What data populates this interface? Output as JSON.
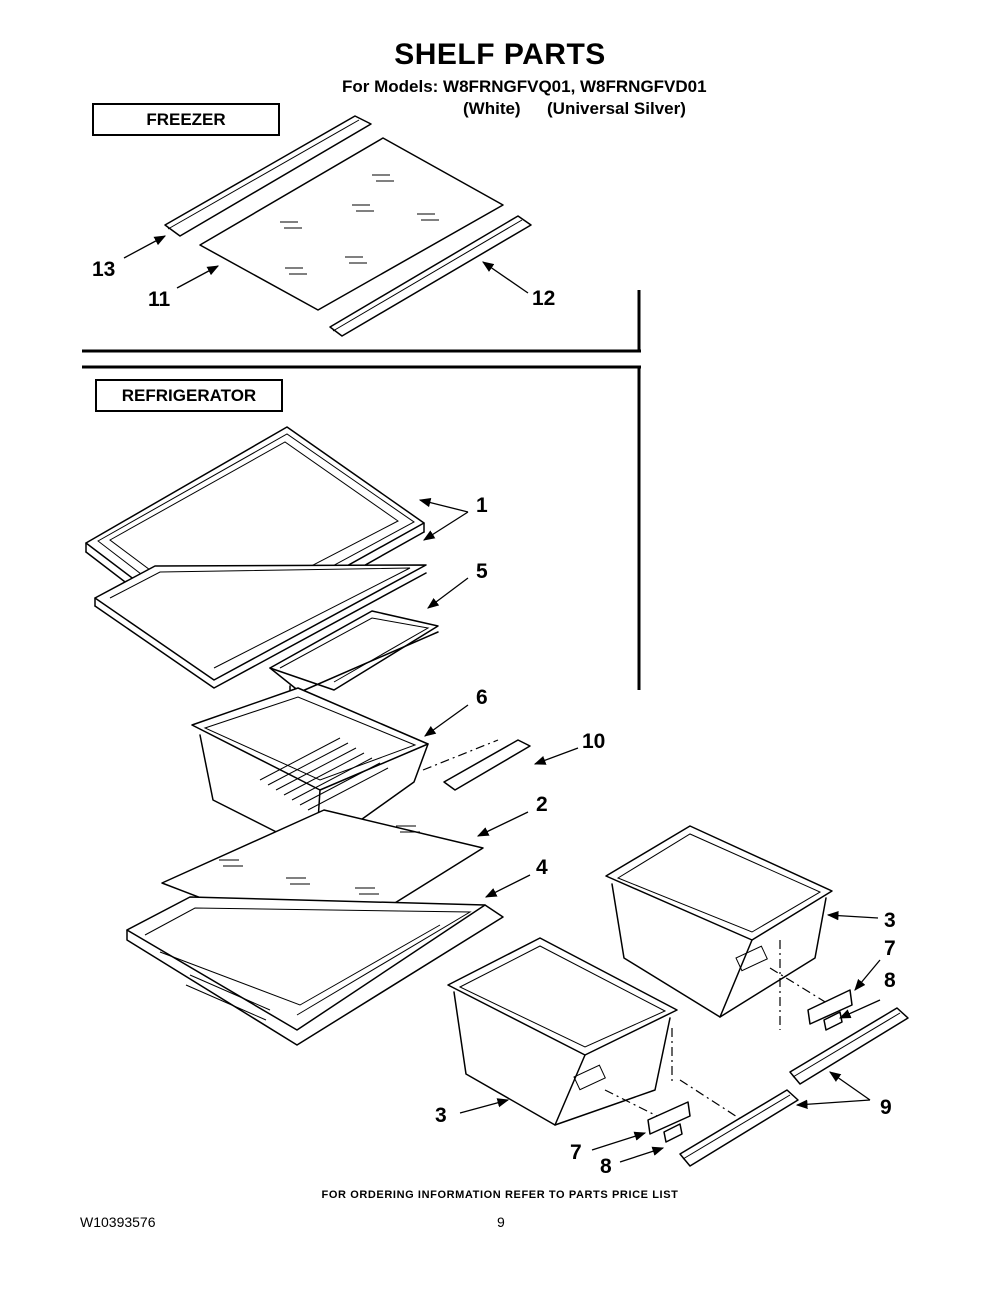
{
  "page": {
    "title": "SHELF PARTS",
    "models_line": "For Models: W8FRNGFVQ01, W8FRNGFVD01",
    "variant_white": "(White)",
    "variant_silver": "(Universal Silver)",
    "footer_note": "FOR ORDERING INFORMATION REFER TO PARTS PRICE LIST",
    "doc_number": "W10393576",
    "page_number": "9"
  },
  "sections": {
    "freezer": "FREEZER",
    "refrigerator": "REFRIGERATOR"
  },
  "callouts": {
    "c13": "13",
    "c11": "11",
    "c12": "12",
    "c1": "1",
    "c5": "5",
    "c6": "6",
    "c10": "10",
    "c2": "2",
    "c4": "4",
    "c3a": "3",
    "c7a": "7",
    "c8a": "8",
    "c9": "9",
    "c3b": "3",
    "c7b": "7",
    "c8b": "8"
  }
}
